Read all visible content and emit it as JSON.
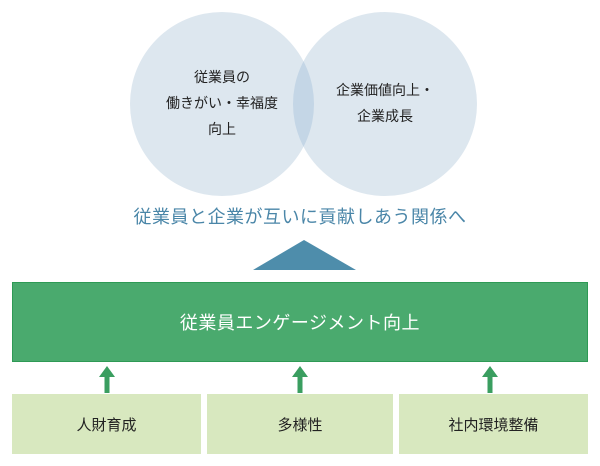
{
  "circles": [
    {
      "lines": [
        "従業員の",
        "働きがい・幸福度",
        "向上"
      ]
    },
    {
      "lines": [
        "企業価値向上・",
        "企業成長"
      ]
    }
  ],
  "tagline": "従業員と企業が互いに貢献しあう関係へ",
  "main_bar": "従業員エンゲージメント向上",
  "pillars": [
    {
      "label": "人財育成"
    },
    {
      "label": "多様性"
    },
    {
      "label": "社内環境整備"
    }
  ],
  "colors": {
    "circle_fill": "#dde7ef",
    "circle_overlap": "#c4d6e6",
    "tagline_text": "#4a86a8",
    "triangle": "#4e8dab",
    "main_bar": "#4aaa6e",
    "arrow": "#3a9e60",
    "pillar_box": "#d8e8bf"
  }
}
